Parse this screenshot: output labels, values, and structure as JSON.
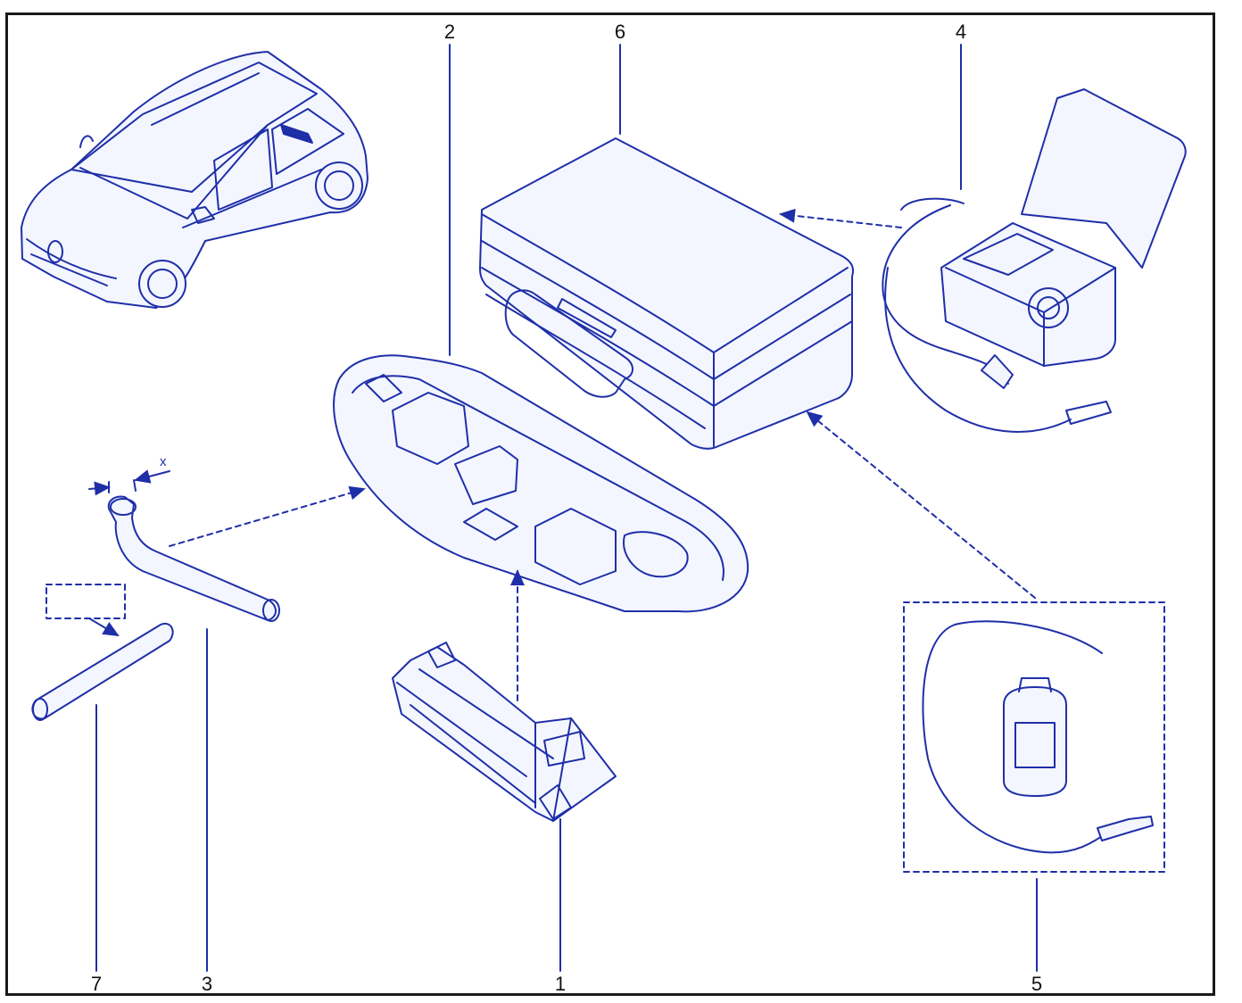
{
  "callouts": {
    "c1": "1",
    "c2": "2",
    "c3": "3",
    "c4": "4",
    "c5": "5",
    "c6": "6",
    "c7": "7"
  },
  "dimension_label": "x",
  "colors": {
    "line": "#1f2fa8",
    "fill": "#f3f6ff",
    "frame": "#1a1a1a",
    "text": "#111111"
  },
  "icons": {
    "car": "hatchback-car-icon",
    "case": "storage-case-icon",
    "compressor": "air-compressor-icon",
    "tray": "foam-tray-icon",
    "jack": "scissor-jack-icon",
    "wrench": "wheel-brace-icon",
    "bar": "extension-bar-icon",
    "kit": "tyre-repair-kit-icon"
  }
}
